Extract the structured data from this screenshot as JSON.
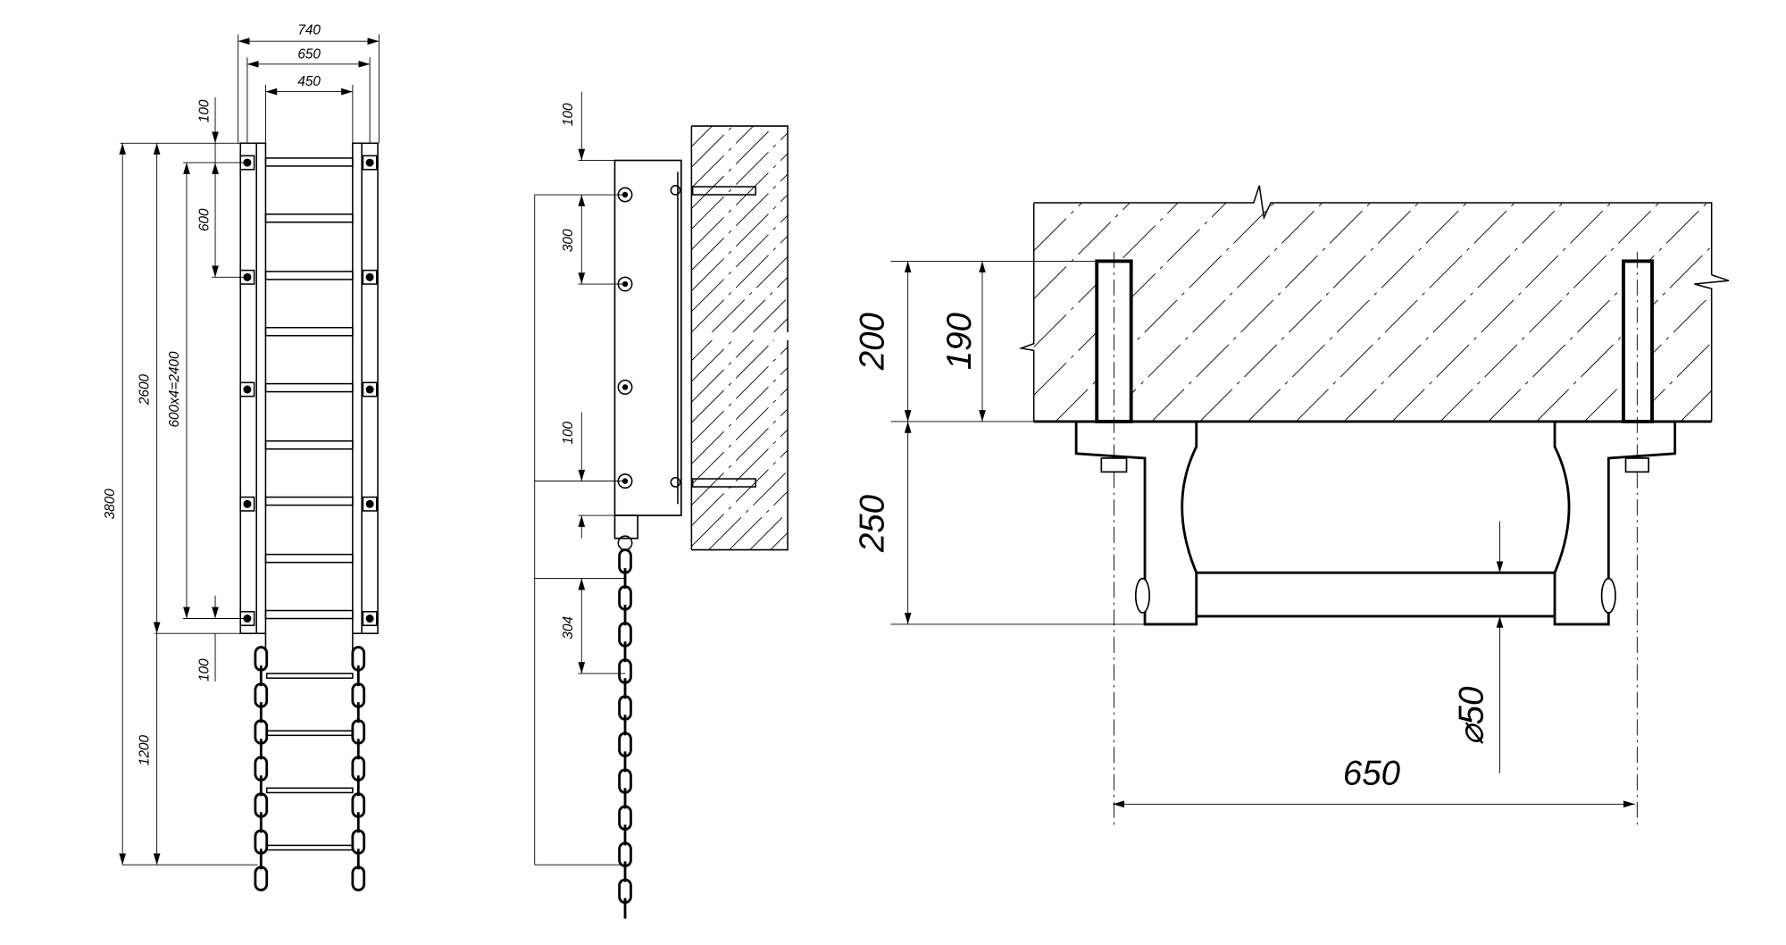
{
  "colors": {
    "line": "#000000",
    "background": "#ffffff"
  },
  "front_view": {
    "width_overall": "740",
    "width_bolt_centers": "650",
    "width_clear": "450",
    "top_offset": "100",
    "bolt_spacing": "600",
    "total_height": "3800",
    "rigid_height": "2600",
    "bolt_span": "600x4=2400",
    "bottom_offset": "100",
    "chain_height": "1200"
  },
  "side_view": {
    "top_offset": "100",
    "bolt_spacing": "300",
    "bottom_offset": "100",
    "chain_link_pitch": "304"
  },
  "section_view": {
    "anchor_embed": "200",
    "anchor_depth": "190",
    "standoff": "250",
    "rung_diameter": "⌀50",
    "bolt_centers": "650"
  }
}
